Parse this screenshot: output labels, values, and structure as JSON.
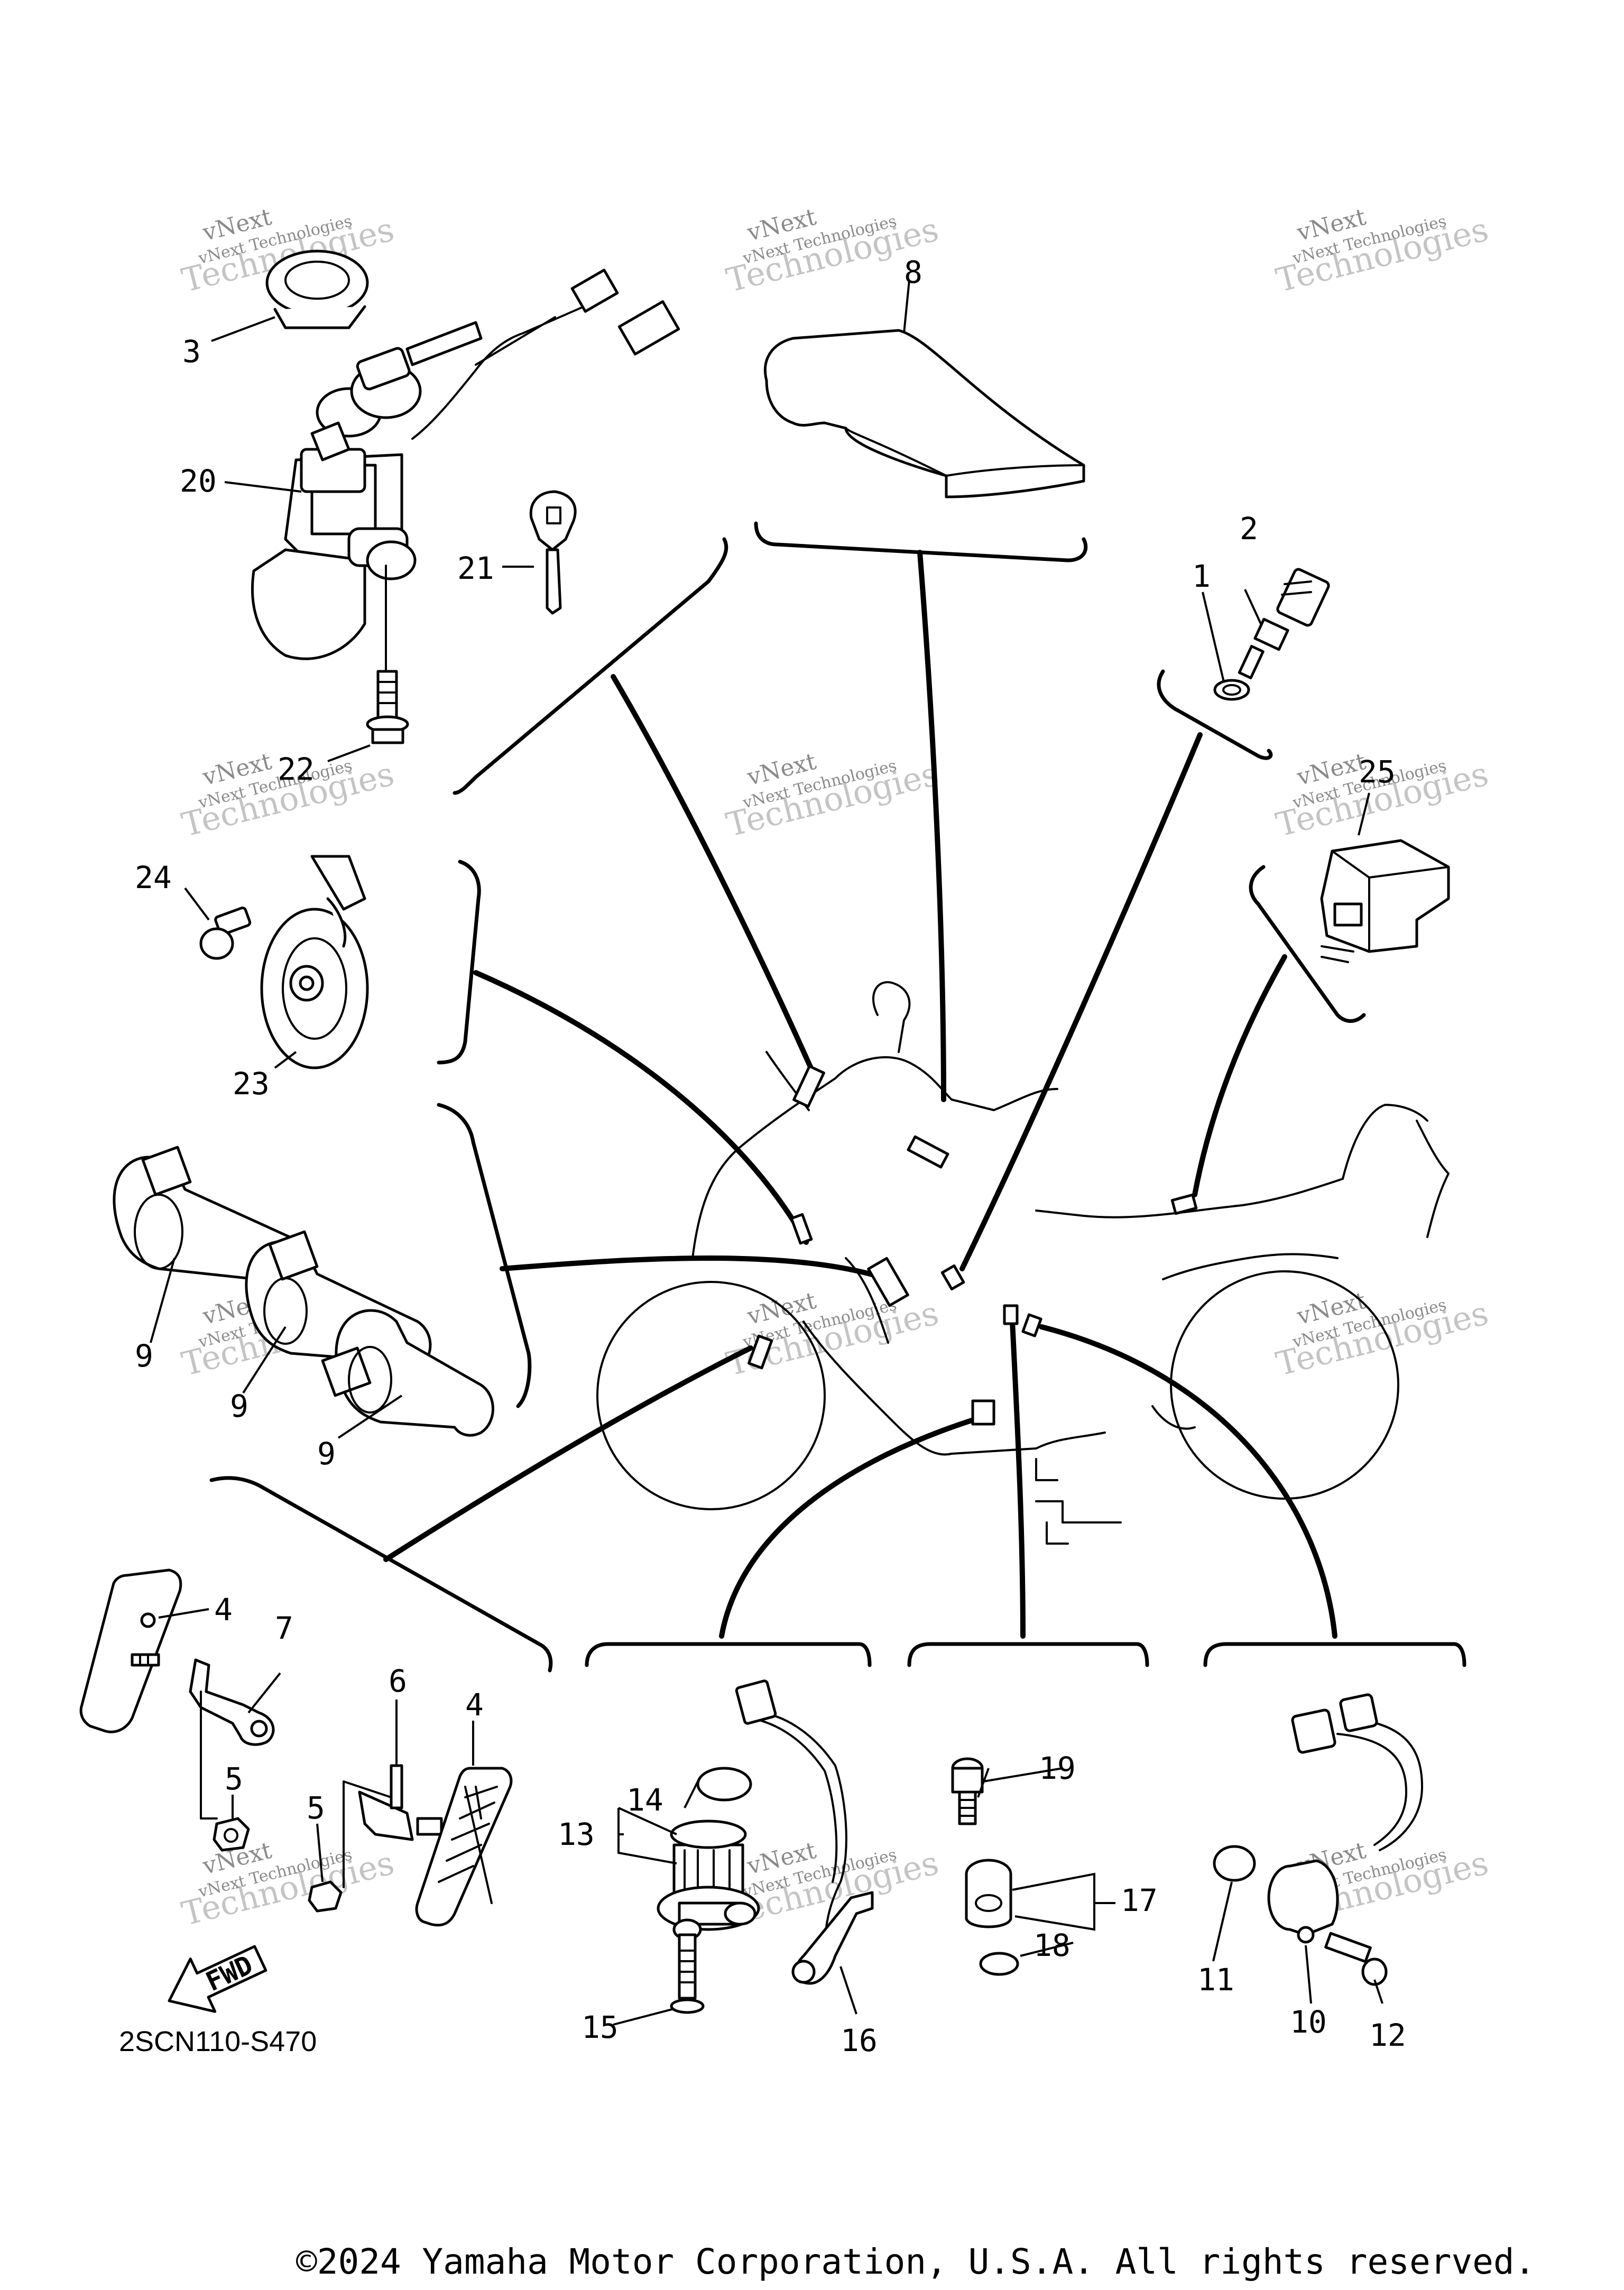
{
  "diagram_code": "2SCN110-S470",
  "copyright": "©2024 Yamaha Motor Corporation, U.S.A. All rights reserved.",
  "watermark": {
    "line1": "vNext Technologies",
    "line2": "vNext",
    "line3": "Technologies"
  },
  "fwd_label": "FWD",
  "callouts": {
    "n1": "1",
    "n2": "2",
    "n3": "3",
    "n4a": "4",
    "n4b": "4",
    "n5a": "5",
    "n5b": "5",
    "n6": "6",
    "n7": "7",
    "n8": "8",
    "n9a": "9",
    "n9b": "9",
    "n9c": "9",
    "n10": "10",
    "n11": "11",
    "n12": "12",
    "n13": "13",
    "n14": "14",
    "n15": "15",
    "n16": "16",
    "n17": "17",
    "n18": "18",
    "n19": "19",
    "n20": "20",
    "n21": "21",
    "n22": "22",
    "n23": "23",
    "n24": "24",
    "n25": "25"
  }
}
